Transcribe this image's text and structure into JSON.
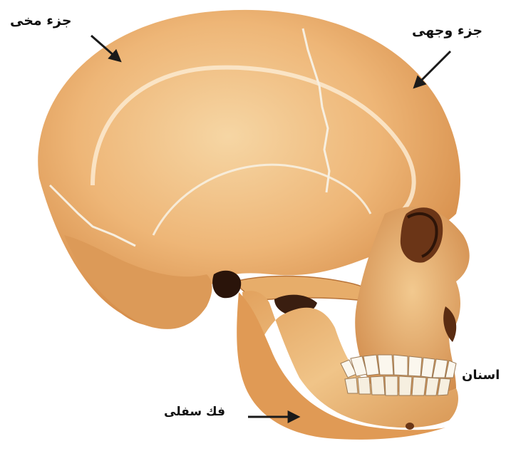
{
  "diagram": {
    "labels": {
      "cranial_part": "جزء مخی",
      "facial_part": "جزء وجهی",
      "teeth": "اسنان",
      "mandible": "فك سفلی"
    },
    "colors": {
      "bone_light": "#f3c98e",
      "bone_mid": "#e8a862",
      "bone_dark": "#c9803f",
      "suture": "#f7efe0",
      "shadow": "#3a1e10",
      "teeth": "#fbf7ee",
      "arrow": "#1a1a1a"
    }
  }
}
